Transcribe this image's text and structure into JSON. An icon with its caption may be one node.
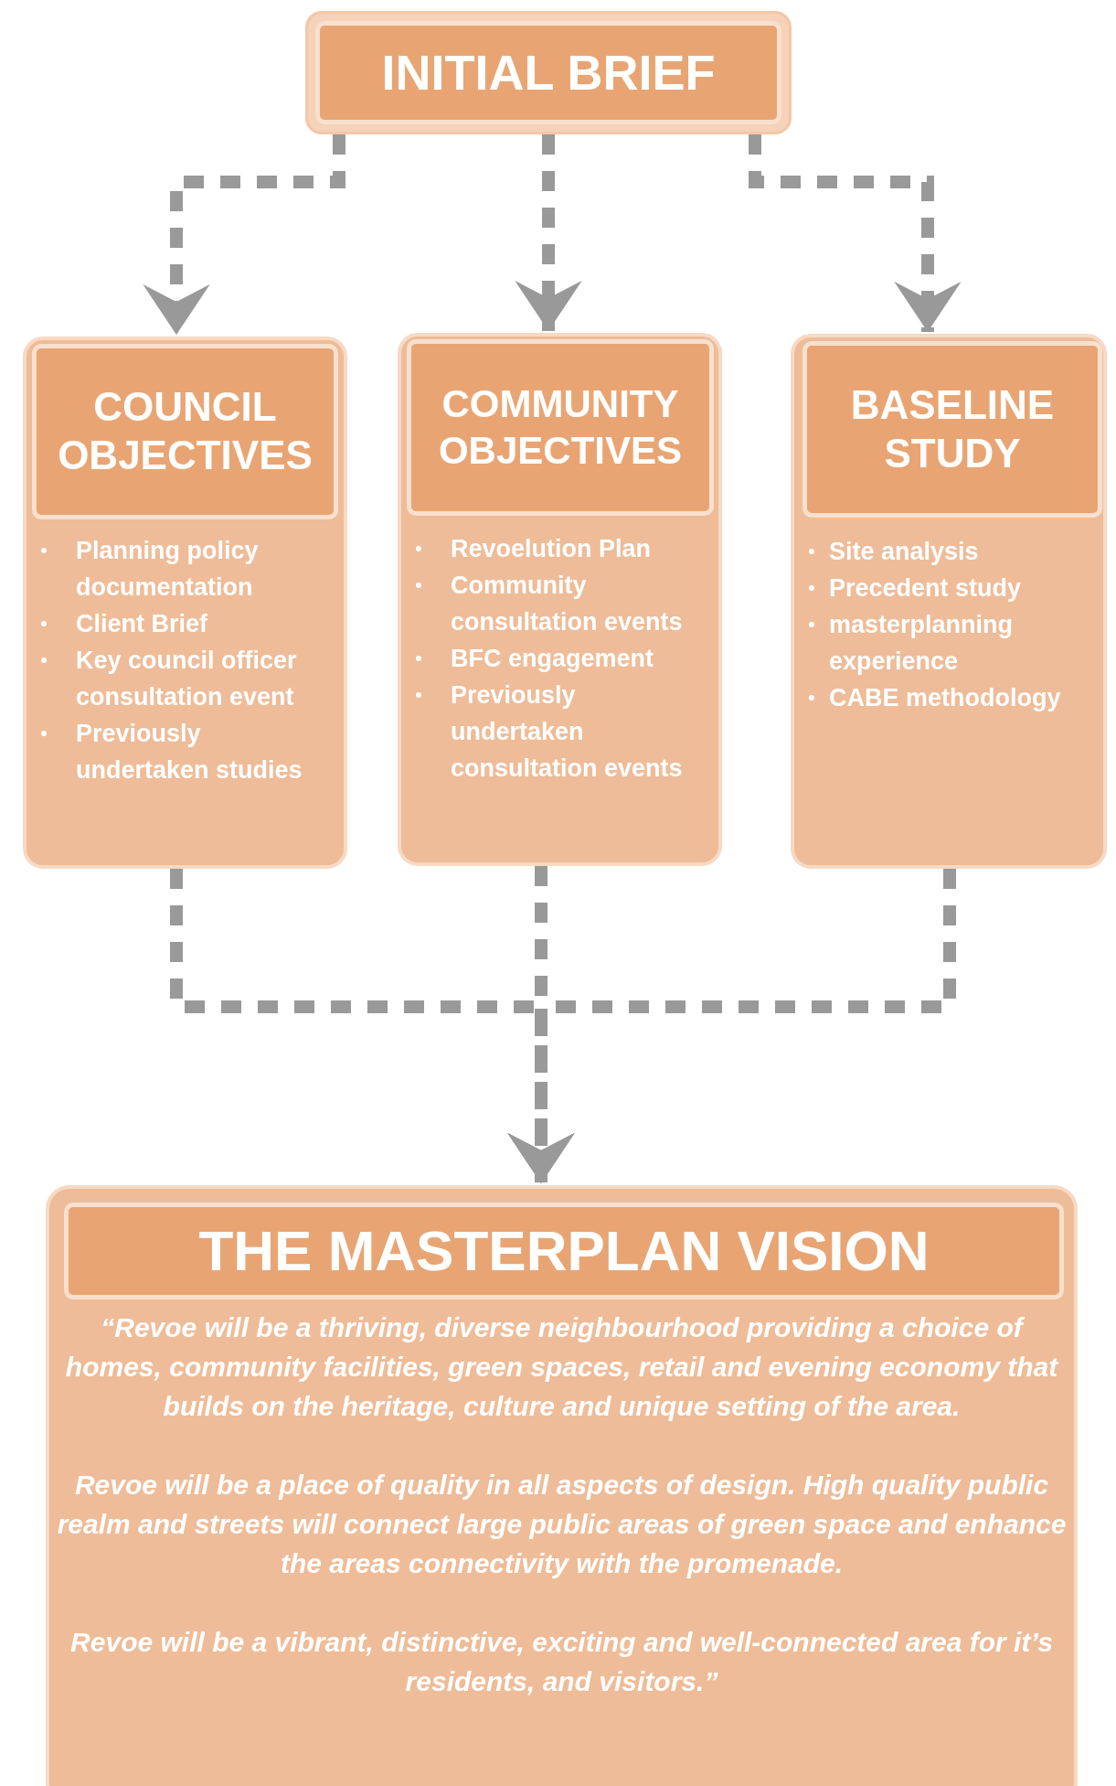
{
  "diagram": {
    "nodes": [
      {
        "text": [
          "INITIAL BRIEF"
        ]
      },
      {
        "text": [
          "Planning policy documentation",
          "Client Brief",
          "Key council officer consultation event",
          "Previously undertaken studies"
        ]
      },
      {
        "text": [
          "COUNCIL OBJECTIVES"
        ],
        "in": 1
      },
      {
        "text": [
          "Revoelution Plan",
          "Community consultation events",
          "BFC engagement",
          "Previously undertaken consultation events"
        ]
      },
      {
        "text": [
          "COMMUNITY OBJECTIVES"
        ],
        "in": 3
      },
      {
        "text": [
          "Site analysis",
          "Precedent study",
          "masterplanning experience",
          "CABE methodology"
        ]
      },
      {
        "text": [
          "BASELINE STUDY"
        ],
        "in": 5
      },
      {
        "text": [
          "“Revoe will be a thriving, diverse neighbourhood providing a choice of homes, community facilities, green spaces, retail and evening economy that builds on the heritage, culture and unique setting of the area.",
          "Revoe will be a place of quality in all aspects of design.  High quality public realm and streets will connect large public areas of green space and enhance the areas connectivity with the promenade.",
          "Revoe will be a vibrant, distinctive, exciting and well-connected area for it’s residents, and visitors.”"
        ]
      },
      {
        "text": [
          "THE MASTERPLAN VISION"
        ],
        "in": 7
      }
    ],
    "edges": [
      {
        "from": 0,
        "to": 1,
        "arrow": "to",
        "style": "dashed"
      },
      {
        "from": 0,
        "to": 3,
        "arrow": "to",
        "style": "dashed"
      },
      {
        "from": 0,
        "to": 5,
        "arrow": "to",
        "style": "dashed"
      },
      {
        "from": 1,
        "to": 7,
        "arrow": "to",
        "style": "dashed"
      },
      {
        "from": 3,
        "to": 7,
        "arrow": "to",
        "style": "dashed"
      },
      {
        "from": 5,
        "to": 7,
        "arrow": "to",
        "style": "dashed"
      }
    ]
  }
}
